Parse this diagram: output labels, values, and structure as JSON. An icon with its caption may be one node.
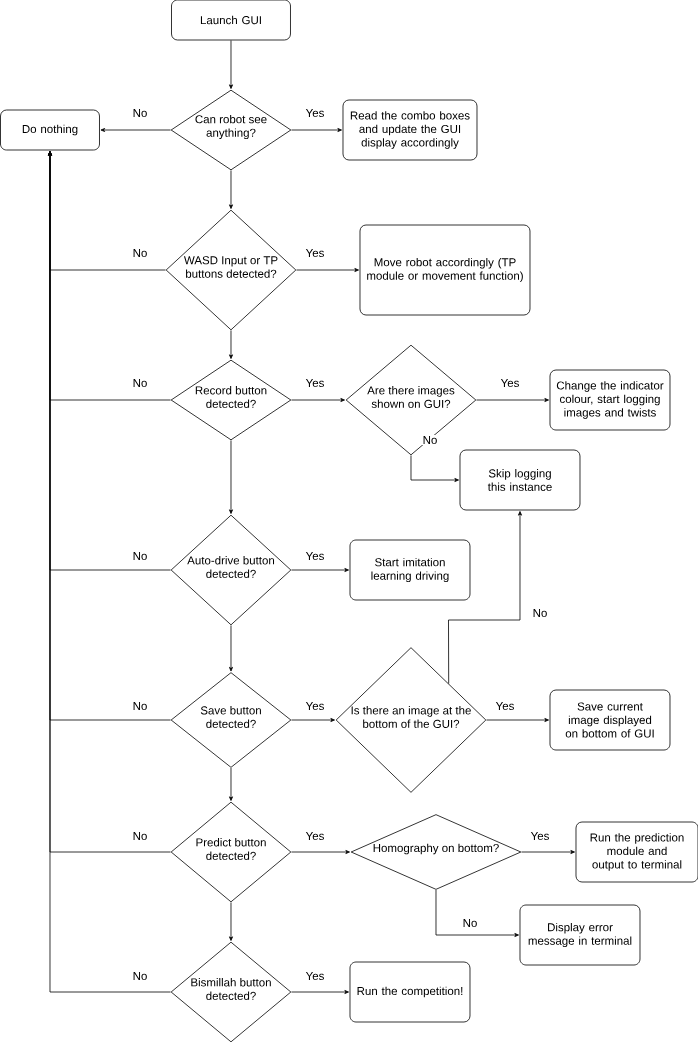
{
  "diagram": {
    "nodes": [
      {
        "text": [
          "Launch GUI"
        ]
      },
      {
        "text": [
          "Can robot see anything?"
        ]
      },
      {
        "text": [
          "Do nothing"
        ]
      },
      {
        "text": [
          "Read the combo boxes and update the GUI display accordingly"
        ]
      },
      {
        "text": [
          "WASD Input or TP buttons detected?"
        ]
      },
      {
        "text": [
          "Move robot accordingly (TP module or movement function)"
        ]
      },
      {
        "text": [
          "Record button detected?"
        ]
      },
      {
        "text": [
          "Are there images shown on GUI?"
        ]
      },
      {
        "text": [
          "Change the indicator colour, start logging images and twists"
        ]
      },
      {
        "text": [
          "Skip logging this instance"
        ]
      },
      {
        "text": [
          "Auto-drive button detected?"
        ]
      },
      {
        "text": [
          "Start imitation learning driving"
        ]
      },
      {
        "text": [
          "Save button detected?"
        ]
      },
      {
        "text": [
          "Is there an image at the bottom of the GUI?"
        ]
      },
      {
        "text": [
          "Save current image displayed on bottom of GUI"
        ]
      },
      {
        "text": [
          "Predict button detected?"
        ]
      },
      {
        "text": [
          "Homography on bottom?"
        ]
      },
      {
        "text": [
          "Run the prediction module and output to terminal"
        ]
      },
      {
        "text": [
          "Display error message in terminal"
        ]
      },
      {
        "text": [
          "Bismillah button detected?"
        ]
      },
      {
        "text": [
          "Run the competition!"
        ]
      }
    ],
    "edges": [
      {
        "from": 0,
        "to": 1,
        "arrow": "to"
      },
      {
        "from": 1,
        "to": 2,
        "arrow": "to",
        "label": "No"
      },
      {
        "from": 1,
        "to": 3,
        "arrow": "to",
        "label": "Yes"
      },
      {
        "from": 1,
        "to": 4,
        "arrow": "to"
      },
      {
        "from": 4,
        "to": 2,
        "arrow": "to",
        "label": "No"
      },
      {
        "from": 4,
        "to": 5,
        "arrow": "to",
        "label": "Yes"
      },
      {
        "from": 4,
        "to": 6,
        "arrow": "to"
      },
      {
        "from": 6,
        "to": 2,
        "arrow": "to",
        "label": "No"
      },
      {
        "from": 6,
        "to": 7,
        "arrow": "to",
        "label": "Yes"
      },
      {
        "from": 7,
        "to": 8,
        "arrow": "to",
        "label": "Yes"
      },
      {
        "from": 7,
        "to": 9,
        "arrow": "to",
        "label": "No"
      },
      {
        "from": 6,
        "to": 10,
        "arrow": "to"
      },
      {
        "from": 10,
        "to": 2,
        "arrow": "to",
        "label": "No"
      },
      {
        "from": 10,
        "to": 11,
        "arrow": "to",
        "label": "Yes"
      },
      {
        "from": 10,
        "to": 12,
        "arrow": "to"
      },
      {
        "from": 12,
        "to": 2,
        "arrow": "to",
        "label": "No"
      },
      {
        "from": 12,
        "to": 13,
        "arrow": "to",
        "label": "Yes"
      },
      {
        "from": 13,
        "to": 14,
        "arrow": "to",
        "label": "Yes"
      },
      {
        "from": 13,
        "to": 9,
        "arrow": "to",
        "label": "No"
      },
      {
        "from": 12,
        "to": 15,
        "arrow": "to"
      },
      {
        "from": 15,
        "to": 2,
        "arrow": "to",
        "label": "No"
      },
      {
        "from": 15,
        "to": 16,
        "arrow": "to",
        "label": "Yes"
      },
      {
        "from": 16,
        "to": 17,
        "arrow": "to",
        "label": "Yes"
      },
      {
        "from": 16,
        "to": 18,
        "arrow": "to",
        "label": "No"
      },
      {
        "from": 15,
        "to": 19,
        "arrow": "to"
      },
      {
        "from": 19,
        "to": 2,
        "arrow": "to",
        "label": "No"
      },
      {
        "from": 19,
        "to": 20,
        "arrow": "to",
        "label": "Yes"
      }
    ]
  }
}
